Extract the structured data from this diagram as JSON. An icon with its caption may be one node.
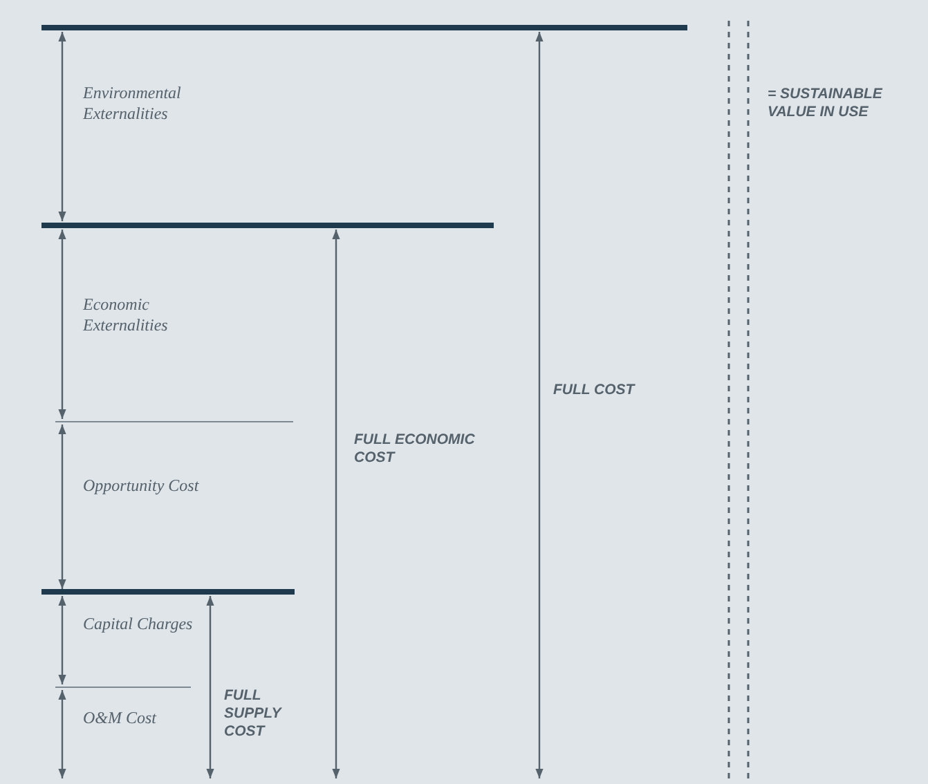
{
  "diagram": {
    "labels": [
      "Environmental Externalities",
      "= SUSTAINABLE VALUE IN USE",
      "Economic Externalities",
      "FULL COST",
      "FULL ECONOMIC COST",
      "Opportunity Cost",
      "Capital Charges",
      "FULL SUPPLY COST",
      "O&M Cost"
    ]
  }
}
